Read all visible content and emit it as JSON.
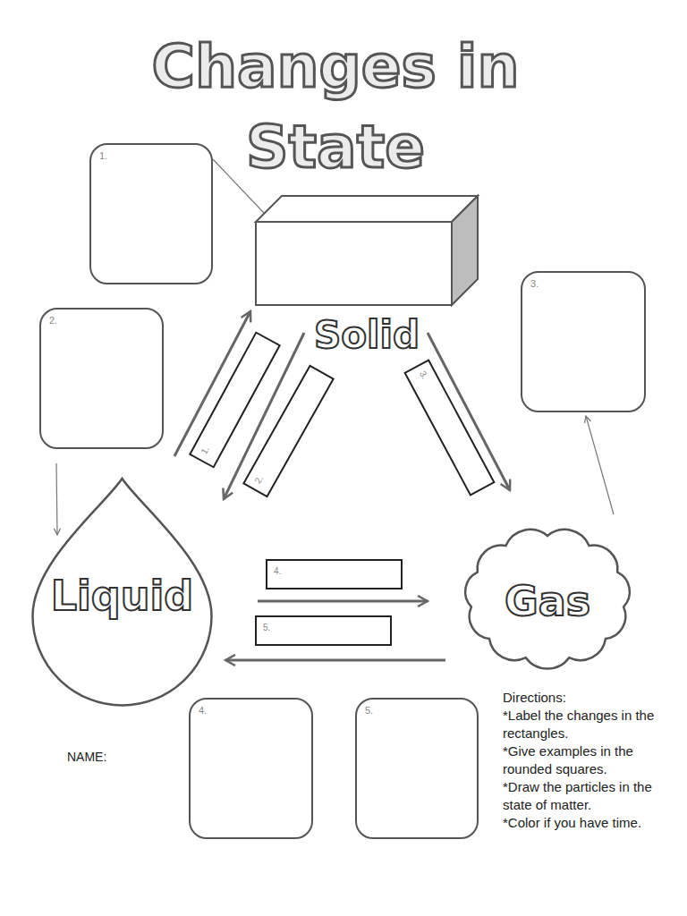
{
  "diagram": {
    "title": "Changes in State",
    "nodes": [
      {
        "text": [
          "1."
        ]
      },
      {
        "text": [
          "Solid"
        ]
      },
      {
        "text": [
          "3."
        ]
      },
      {
        "text": [
          "2."
        ]
      },
      {
        "text": [
          "1."
        ]
      },
      {
        "text": [
          "2."
        ]
      },
      {
        "text": [
          "3."
        ]
      },
      {
        "text": [
          "Liquid"
        ]
      },
      {
        "text": [
          "4."
        ]
      },
      {
        "text": [
          "Gas"
        ]
      },
      {
        "text": [
          "5."
        ]
      },
      {
        "text": [
          "4."
        ]
      },
      {
        "text": [
          "5."
        ]
      }
    ],
    "edges": [
      {
        "from": 7,
        "to": 1,
        "arrow": "to"
      },
      {
        "from": 1,
        "to": 7,
        "arrow": "to"
      },
      {
        "from": 1,
        "to": 9,
        "arrow": "to"
      },
      {
        "from": 7,
        "to": 9,
        "arrow": "to"
      },
      {
        "from": 9,
        "to": 7,
        "arrow": "to"
      },
      {
        "from": 0,
        "to": 1,
        "arrow": "none"
      },
      {
        "from": 3,
        "to": 7,
        "arrow": "to"
      },
      {
        "from": 9,
        "to": 2,
        "arrow": "to"
      }
    ],
    "labels": [
      "NAME:",
      "Directions:",
      "*Label the changes in the rectangles.",
      "*Give examples in the rounded squares.",
      "*Draw the particles in the state of matter.",
      "*Color if you have time."
    ]
  }
}
